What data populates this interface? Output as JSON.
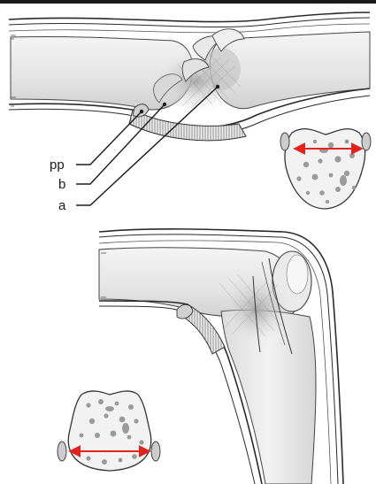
{
  "labels": {
    "pp": "pp",
    "b": "b",
    "a": "a"
  },
  "colors": {
    "arrow": "#e0231f",
    "line": "#2a2a2a",
    "shade": "#d9d9d9",
    "dark_shade": "#b5b5b5"
  }
}
